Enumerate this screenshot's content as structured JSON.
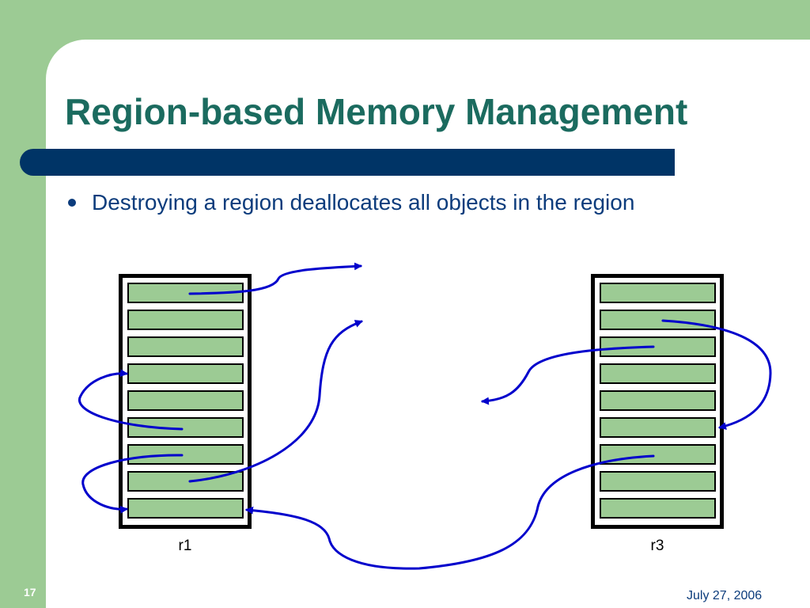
{
  "slide": {
    "title": "Region-based Memory Management",
    "bullet": "Destroying a region deallocates all objects in the region",
    "slide_number": "17",
    "date": "July 27, 2006"
  },
  "colors": {
    "background_green": "#9ccb94",
    "title_teal": "#1b6b5f",
    "bar_navy": "#003466",
    "text_blue": "#0c3c7c",
    "cell_green": "#9ccb94",
    "arrow_blue": "#0000cc"
  },
  "diagram": {
    "regions": [
      {
        "label": "r1",
        "cell_count": 9
      },
      {
        "label": "r3",
        "cell_count": 9
      }
    ]
  }
}
